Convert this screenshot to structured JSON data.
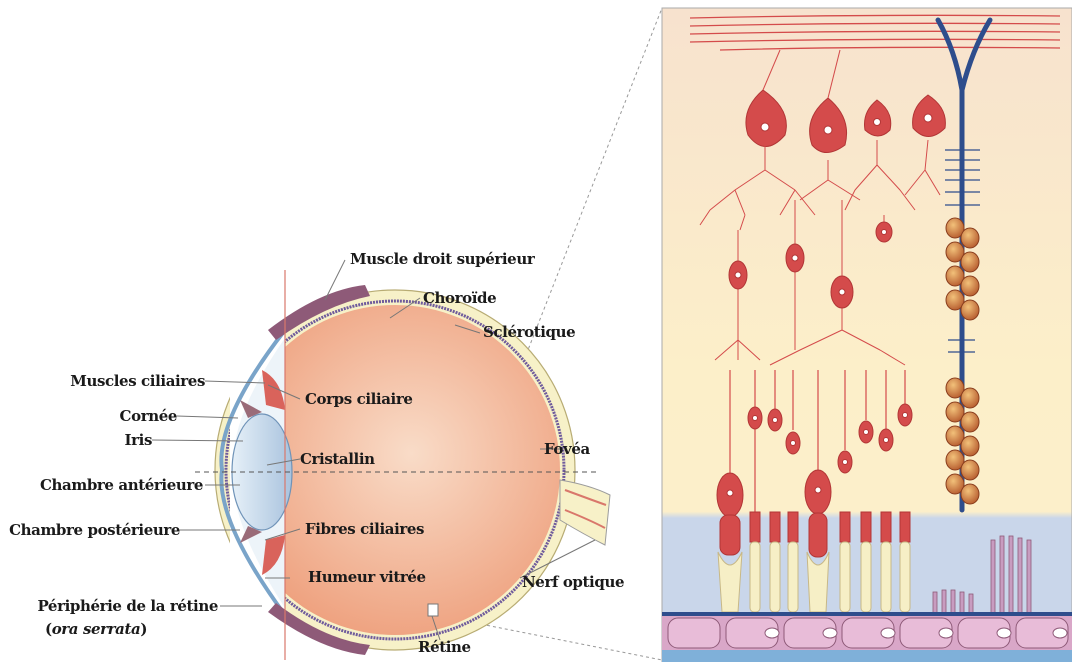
{
  "labels": {
    "muscle_droit_superieur": "Muscle droit supérieur",
    "choroide": "Choroïde",
    "sclerotique": "Sclérotique",
    "muscles_ciliaires": "Muscles ciliaires",
    "corps_ciliaire": "Corps ciliaire",
    "cornee": "Cornée",
    "iris": "Iris",
    "fovea": "Fovéa",
    "cristallin": "Cristallin",
    "chambre_anterieure": "Chambre antérieure",
    "chambre_posterieure": "Chambre postérieure",
    "fibres_ciliaires": "Fibres ciliaires",
    "humeur_vitree": "Humeur vitrée",
    "nerf_optique": "Nerf optique",
    "peripherie_retine": "Périphérie de la rétine",
    "ora_open": "(",
    "ora_serrata": "ora serrata",
    "ora_close": ")",
    "retine": "Rétine"
  },
  "colors": {
    "sclera": "#f7f1c8",
    "choroid": "#6f5b9c",
    "eye_interior": "#f2bfa1",
    "muscle": "#8e5a78",
    "lens": "#c8dcee",
    "neuron_red": "#d44b4b",
    "bipolar_blue": "#2e4d8c",
    "rbc_orange": "#c56a3f",
    "panel_cream": "#fbecc9",
    "panel_blue": "#c9d6ea",
    "epithelium": "#d9a7c8"
  }
}
